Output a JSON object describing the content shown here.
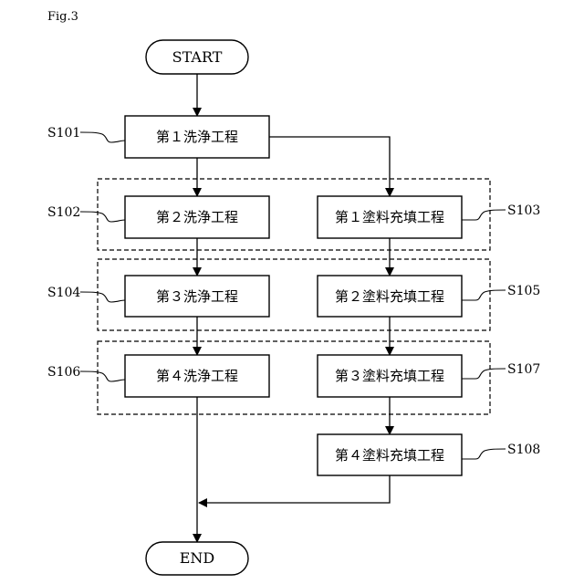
{
  "figure_label": "Fig.3",
  "start_label": "START",
  "end_label": "END",
  "steps": {
    "s101": {
      "id": "S101",
      "label": "第１洗浄工程"
    },
    "s102": {
      "id": "S102",
      "label": "第２洗浄工程"
    },
    "s103": {
      "id": "S103",
      "label": "第１塗料充填工程"
    },
    "s104": {
      "id": "S104",
      "label": "第３洗浄工程"
    },
    "s105": {
      "id": "S105",
      "label": "第２塗料充填工程"
    },
    "s106": {
      "id": "S106",
      "label": "第４洗浄工程"
    },
    "s107": {
      "id": "S107",
      "label": "第３塗料充填工程"
    },
    "s108": {
      "id": "S108",
      "label": "第４塗料充填工程"
    }
  }
}
